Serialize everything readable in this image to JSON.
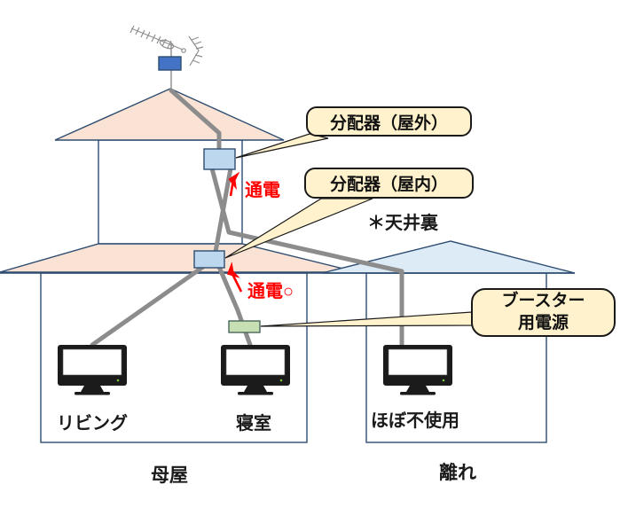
{
  "diagram": {
    "title_hint": "antenna-tv-wiring-diagram",
    "callouts": {
      "outdoor_splitter": "分配器（屋外）",
      "indoor_splitter": "分配器（屋内）",
      "ceiling_note": "＊天井裏",
      "booster_power_line1": "ブースター",
      "booster_power_line2": "用電源"
    },
    "annotations": {
      "power_on_upper": "通電",
      "power_on_lower": "通電○"
    },
    "rooms": {
      "living": "リビング",
      "bedroom": "寝室",
      "unused": "ほぼ不使用"
    },
    "buildings": {
      "main_house": "母屋",
      "detached": "離れ"
    },
    "icons": [
      "antenna-icon",
      "antenna-booster-box",
      "outdoor-splitter-box",
      "indoor-splitter-box",
      "booster-power-box",
      "tv-icon-living",
      "tv-icon-bedroom",
      "tv-icon-unused",
      "up-arrow-icon",
      "diagonal-arrow-icon"
    ],
    "colors": {
      "roof_peach": "#FAE3D5",
      "roof_blue": "#DDEBF7",
      "outline_navy": "#2E4D71",
      "splitter_blue": "#BDD7EE",
      "booster_blue": "#4472C4",
      "power_green": "#C6E0B4",
      "callout_cream": "#FFF2CC",
      "cable_gray": "#8C8C8C",
      "accent_red": "#FF0000",
      "tv_black": "#1B1B1B"
    }
  }
}
